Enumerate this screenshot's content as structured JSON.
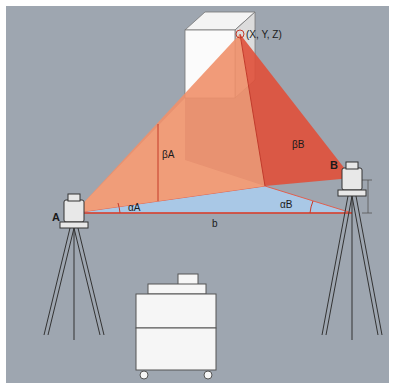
{
  "diagram": {
    "labels": [
      "(X, Y, Z)",
      "βA",
      "αA",
      "αB",
      "βB",
      "b",
      "A",
      "B"
    ]
  }
}
